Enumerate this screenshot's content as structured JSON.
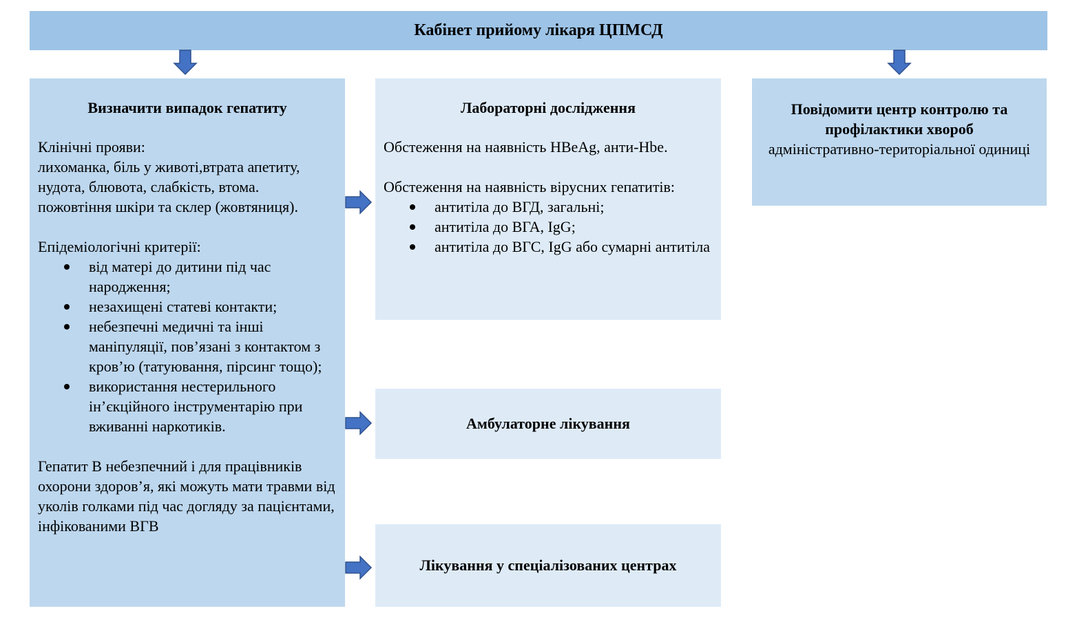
{
  "header": {
    "title": "Кабінет прийому лікаря ЦПМСД"
  },
  "case_box": {
    "title": "Визначити випадок гепатиту",
    "clinical_label": "Клінічні прояви:",
    "clinical_lines": [
      "лихоманка, біль у животі,втрата апетиту,",
      "нудота, блювота, слабкість, втома.",
      "пожовтіння шкіри та склер (жовтяниця)."
    ],
    "epi_label": "Епідеміологічні критерії:",
    "epi_items": [
      "від матері до дитини під час народження;",
      "незахищені статеві контакти;",
      "небезпечні медичні та інші маніпуляції, пов’язані з контактом з кров’ю (татуювання, пірсинг тощо);",
      "використання нестерильного ін’єкційного інструментарію при вживанні наркотиків."
    ],
    "note": "Гепатит В небезпечний і для працівників охорони здоров’я, які можуть мати травми від уколів голками під час догляду за пацієнтами, інфікованими ВГВ"
  },
  "lab_box": {
    "title": "Лабораторні дослідження",
    "test1": "Обстеження на наявність HBeAg, анти-Hbe.",
    "test2": "Обстеження на наявність вірусних гепатитів:",
    "items": [
      "антитіла до ВГД, загальні;",
      "антитіла до ВГА, IgG;",
      "антитіла до ВГС, IgG або сумарні антитіла"
    ]
  },
  "ambulatory_box": {
    "title": "Амбулаторне лікування"
  },
  "specialized_box": {
    "title": "Лікування у спеціалізованих центрах"
  },
  "notify_box": {
    "title": "Повідомити центр контролю та профілактики хвороб",
    "text": "адміністративно-територіальної одиниці"
  },
  "colors": {
    "header_fill": "#9dc3e6",
    "left_fill": "#bdd7ee",
    "middle_fill": "#deebf7",
    "arrow_fill": "#4472c4",
    "arrow_stroke": "#2f528f"
  }
}
